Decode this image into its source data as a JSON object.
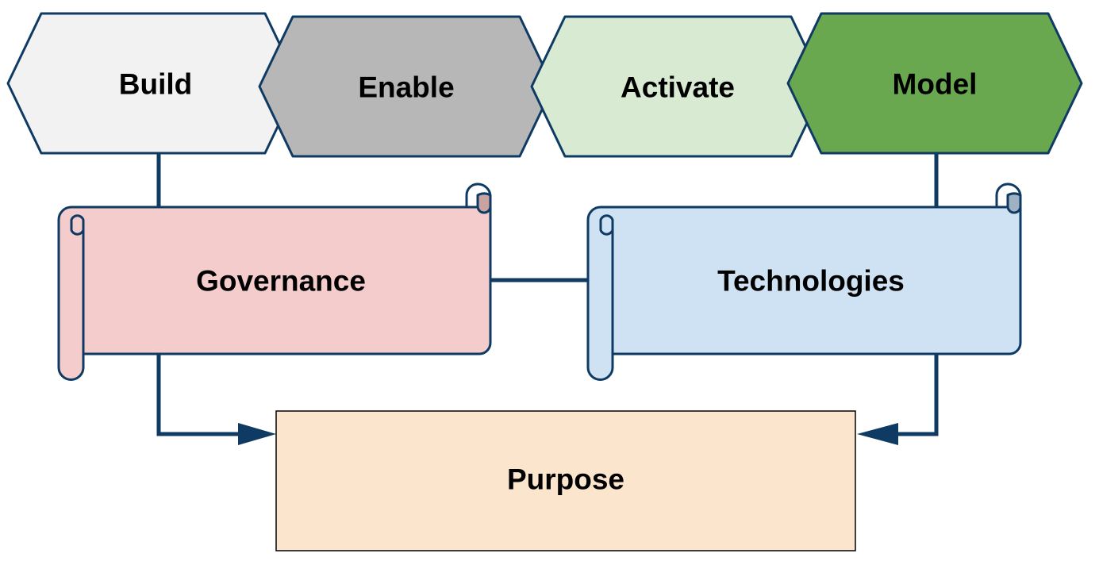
{
  "diagram": {
    "stages": [
      {
        "label": "Build",
        "fill": "#f2f2f2"
      },
      {
        "label": "Enable",
        "fill": "#b7b7b7"
      },
      {
        "label": "Activate",
        "fill": "#d9ead3"
      },
      {
        "label": "Model",
        "fill": "#6aa84f"
      }
    ],
    "scrolls": {
      "governance": {
        "label": "Governance",
        "fill": "#f4cccc",
        "curl_fill": "#c9a2a2"
      },
      "technologies": {
        "label": "Technologies",
        "fill": "#cfe2f3",
        "curl_fill": "#9fb2c4"
      }
    },
    "purpose": {
      "label": "Purpose",
      "fill": "#fce5cd"
    },
    "line_color": "#0e3a63"
  }
}
